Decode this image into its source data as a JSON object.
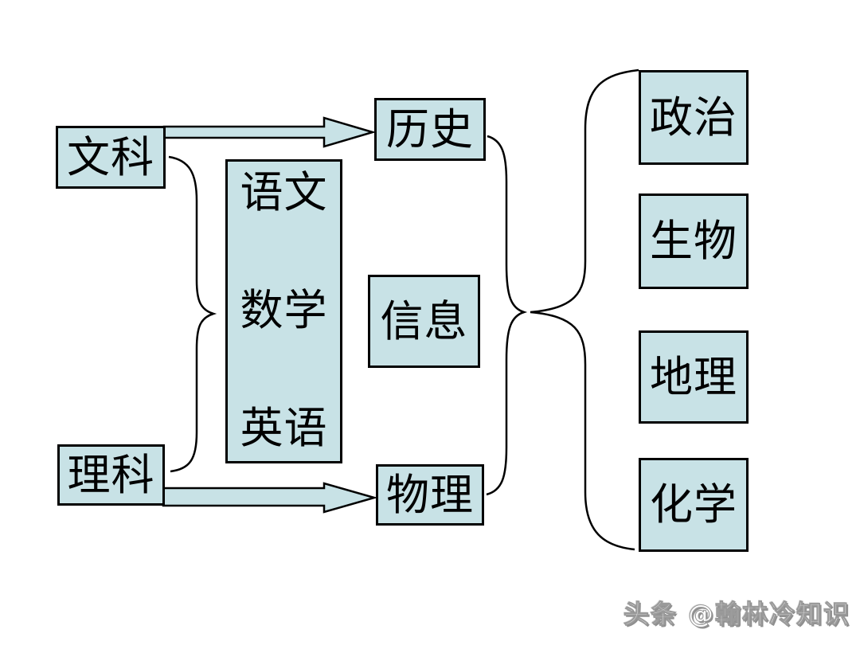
{
  "diagram": {
    "left_column": {
      "liberal_arts": "文科",
      "science": "理科"
    },
    "shared_subjects": {
      "items": [
        "语文",
        "数学",
        "英语"
      ]
    },
    "middle_column": {
      "history": "历史",
      "information": "信息",
      "physics": "物理"
    },
    "right_column": {
      "politics": "政治",
      "biology": "生物",
      "geography": "地理",
      "chemistry": "化学"
    }
  },
  "watermark": {
    "text": "头条 @翰林冷知识"
  },
  "colors": {
    "background": "#ffffff",
    "box_fill": "#c8e2e6",
    "box_border": "#000000",
    "line": "#000000",
    "watermark_gray": "#9a9a9a"
  }
}
